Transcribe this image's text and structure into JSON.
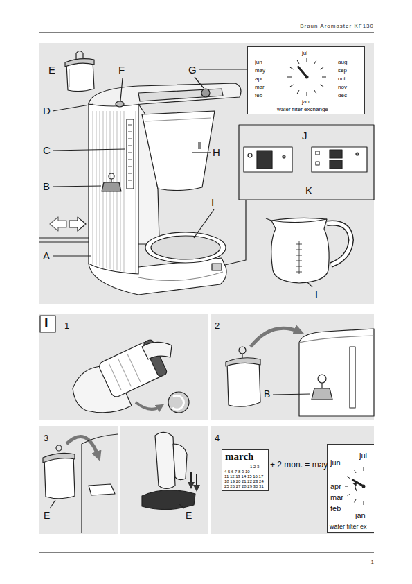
{
  "diagram": {
    "nodes": [
      {
        "text": [
          "jun",
          "jul",
          "aug",
          "may",
          "sep",
          "apr",
          "oct",
          "mar",
          "nov",
          "feb",
          "dec",
          "jan",
          "water filter exchange"
        ]
      },
      {
        "text": [
          "march",
          "1 2 3",
          "4 5 6 7 8 9 10",
          "11 12 13 14 15 16 17",
          "18 19 20 21 22 23 24",
          "25 26 27 28 29 30 31"
        ]
      },
      {
        "text": [
          "jun",
          "jul",
          "apr",
          "mar",
          "feb",
          "jan",
          "water filter ex"
        ]
      }
    ],
    "labels": [
      "Braun Aromaster KF130",
      "E",
      "F",
      "G",
      "D",
      "C",
      "H",
      "B",
      "I",
      "J",
      "K",
      "A",
      "L",
      "I",
      "1",
      "2",
      "B",
      "3",
      "E",
      "E",
      "4",
      "+ 2 mon. = may",
      "1"
    ]
  }
}
